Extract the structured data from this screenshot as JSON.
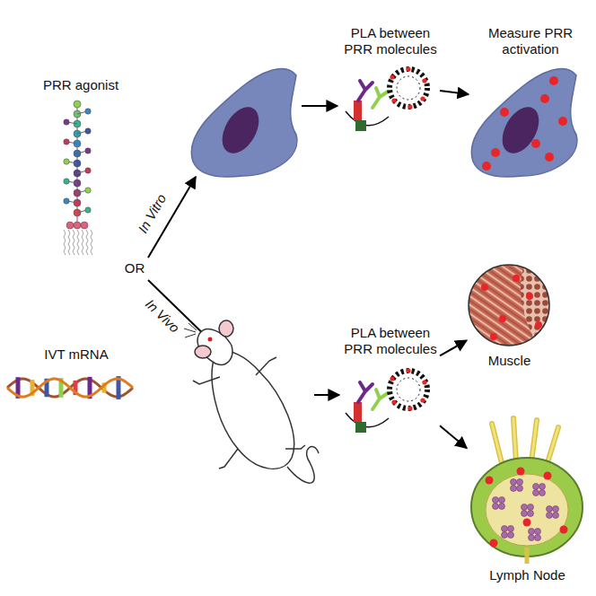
{
  "diagram": {
    "nodes": [
      {
        "text": [
          "PRR agonist"
        ]
      },
      {
        "text": [
          "OR"
        ]
      },
      {
        "text": [
          "IVT mRNA"
        ]
      },
      {
        "text": [
          "PLA between PRR molecules"
        ]
      },
      {
        "text": [
          "Measure PRR activation"
        ]
      },
      {
        "text": [
          "PLA between PRR molecules"
        ]
      },
      {
        "text": [
          "Muscle"
        ]
      },
      {
        "text": [
          "Lymph Node"
        ]
      }
    ],
    "edges": [
      {
        "from": 3,
        "to": 4,
        "arrow": "to"
      },
      {
        "from": 5,
        "to": 6,
        "arrow": "to"
      },
      {
        "from": 5,
        "to": 7,
        "arrow": "to"
      }
    ],
    "labels": [
      "In Vitro",
      "In Vivo"
    ]
  }
}
